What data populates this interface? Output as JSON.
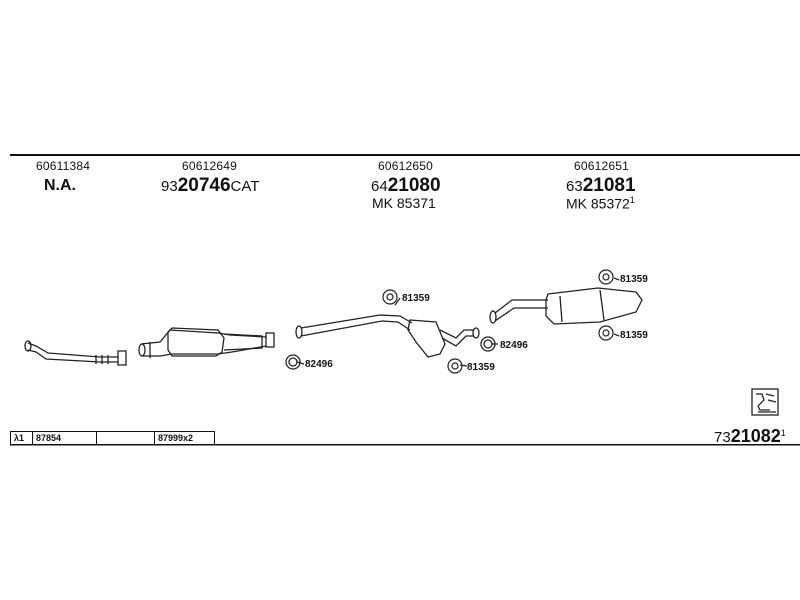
{
  "header": {
    "columns": [
      {
        "id": "col1",
        "code": "60611384",
        "title": "N.A."
      },
      {
        "id": "col2",
        "code": "60612649",
        "part_prefix": "93",
        "part_main": "20746",
        "part_suffix": "CAT"
      },
      {
        "id": "col3",
        "code": "60612650",
        "part_prefix": "64",
        "part_main": "21080",
        "mk": "MK 85371"
      },
      {
        "id": "col4",
        "code": "60612651",
        "part_prefix": "63",
        "part_main": "21081",
        "mk": "MK 85372",
        "mk_sup": "1"
      }
    ]
  },
  "callouts": {
    "c1": "81359",
    "c2": "82496",
    "c3": "81359",
    "c4": "82496",
    "c5": "81359",
    "c6": "81359"
  },
  "footer": {
    "lambda_label": "λ1",
    "cell1": "87854",
    "cell2": "",
    "cell3": "87999x2",
    "catalog_prefix": "73",
    "catalog_main": "21082",
    "catalog_sup": "1"
  },
  "icons": [
    "gasket-icon",
    "bolt-icon",
    "manual-icon"
  ]
}
